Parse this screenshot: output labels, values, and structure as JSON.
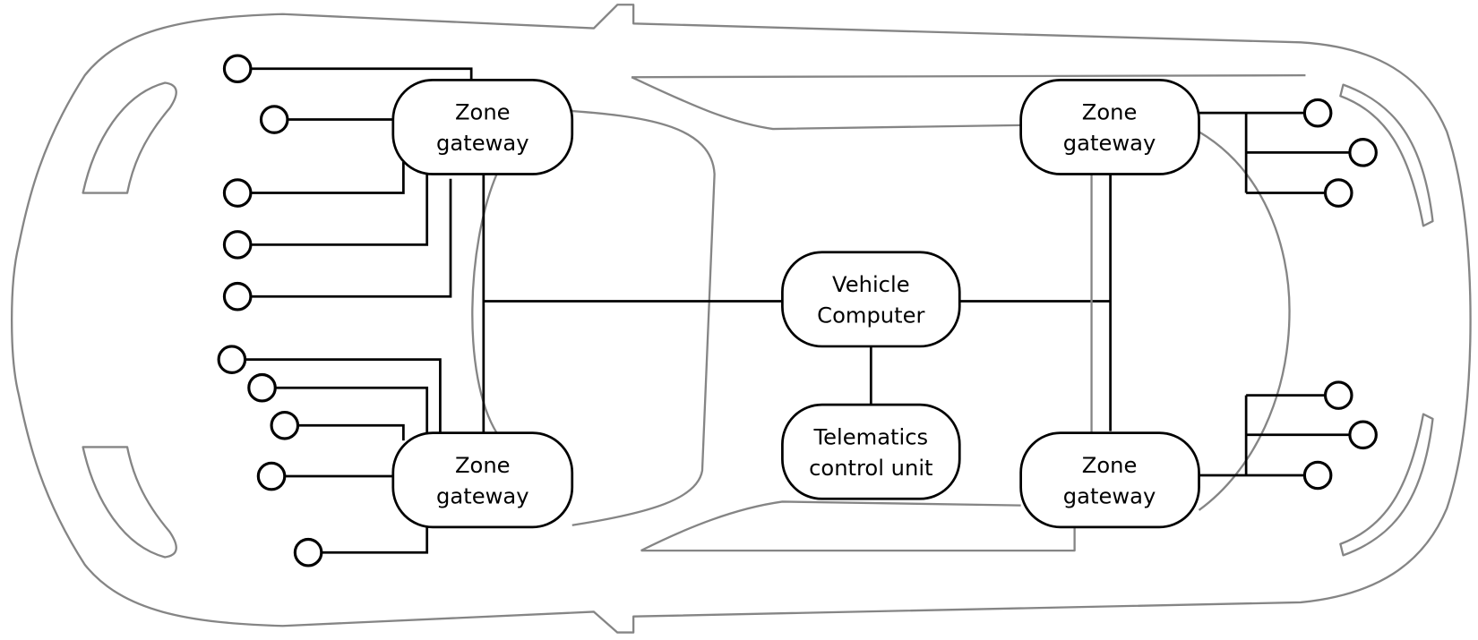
{
  "diagram": {
    "nodes": {
      "zone_front_left": {
        "line1": "Zone",
        "line2": "gateway"
      },
      "zone_rear_left": {
        "line1": "Zone",
        "line2": "gateway"
      },
      "zone_front_right": {
        "line1": "Zone",
        "line2": "gateway"
      },
      "zone_rear_right": {
        "line1": "Zone",
        "line2": "gateway"
      },
      "vehicle_computer": {
        "line1": "Vehicle",
        "line2": "Computer"
      },
      "telematics": {
        "line1": "Telematics",
        "line2": "control unit"
      }
    },
    "colors": {
      "outline": "#858585",
      "wiring": "#000000",
      "background": "#ffffff"
    }
  }
}
